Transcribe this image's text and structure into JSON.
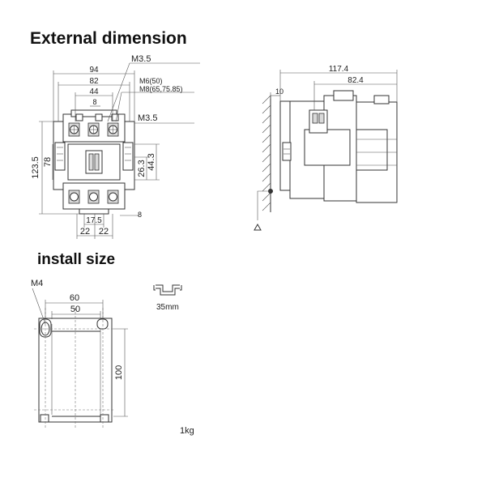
{
  "titles": {
    "external": "External dimension",
    "install": "install size"
  },
  "front_view": {
    "width_94": "94",
    "width_82": "82",
    "width_44": "44",
    "width_8_top": "8",
    "screw_m35_top": "M3.5",
    "screw_m6": "M6(50)",
    "screw_m8": "M8(65,75.85)",
    "screw_m35_side": "M3.5",
    "height_1235": "123.5",
    "height_78": "78",
    "height_263": "26.3",
    "height_443": "44.3",
    "width_175": "17.5",
    "width_22_left": "22",
    "width_22_right": "22",
    "width_8_bottom": "8"
  },
  "side_view": {
    "depth_1174": "117.4",
    "depth_824": "82.4",
    "offset_10": "10"
  },
  "install": {
    "screw": "M4",
    "width_60": "60",
    "width_50": "50",
    "height_100": "100",
    "rail": "35mm",
    "weight": "1kg"
  }
}
